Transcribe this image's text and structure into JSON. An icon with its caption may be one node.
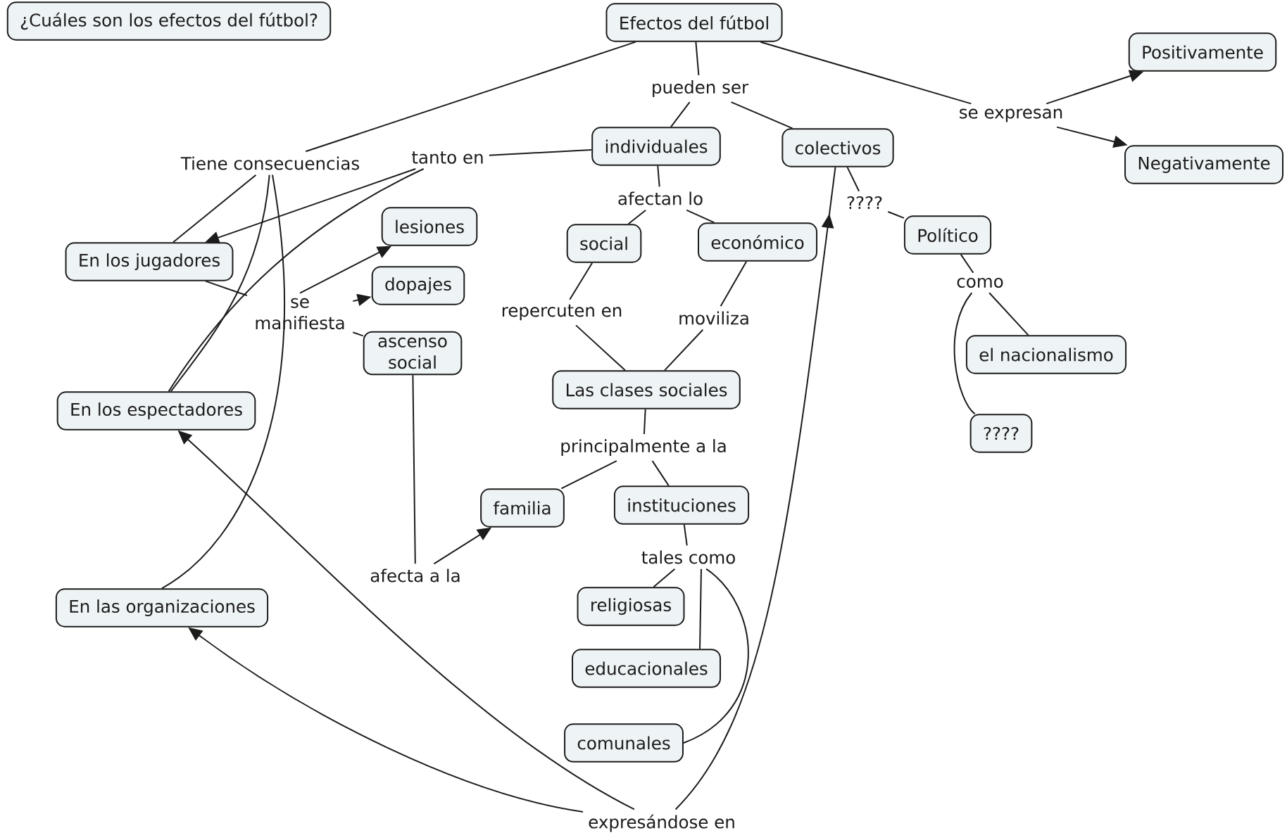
{
  "diagram": {
    "nodes": [
      {
        "text": [
          "¿Cuáles son los efectos del fútbol?"
        ]
      },
      {
        "text": [
          "Efectos del fútbol"
        ]
      },
      {
        "text": [
          "Positivamente"
        ]
      },
      {
        "text": [
          "Negativamente"
        ]
      },
      {
        "text": [
          "individuales"
        ]
      },
      {
        "text": [
          "colectivos"
        ]
      },
      {
        "text": [
          "Político"
        ]
      },
      {
        "text": [
          "social"
        ]
      },
      {
        "text": [
          "económico"
        ]
      },
      {
        "text": [
          "lesiones"
        ]
      },
      {
        "text": [
          "dopajes"
        ]
      },
      {
        "text": [
          "ascenso social"
        ]
      },
      {
        "text": [
          "En los jugadores"
        ]
      },
      {
        "text": [
          "En los espectadores"
        ]
      },
      {
        "text": [
          "En las organizaciones"
        ]
      },
      {
        "text": [
          "Las clases sociales"
        ]
      },
      {
        "text": [
          "el nacionalismo"
        ]
      },
      {
        "text": [
          "????"
        ]
      },
      {
        "text": [
          "familia"
        ]
      },
      {
        "text": [
          "instituciones"
        ]
      },
      {
        "text": [
          "religiosas"
        ]
      },
      {
        "text": [
          "educacionales"
        ]
      },
      {
        "text": [
          "comunales"
        ]
      },
      {
        "text": [
          "pueden ser"
        ]
      },
      {
        "text": [
          "se expresan"
        ]
      },
      {
        "text": [
          "Tiene consecuencias"
        ]
      },
      {
        "text": [
          "tanto en"
        ]
      },
      {
        "text": [
          "afectan lo"
        ]
      },
      {
        "text": [
          "????"
        ]
      },
      {
        "text": [
          "como"
        ]
      },
      {
        "text": [
          "se manifiesta"
        ]
      },
      {
        "text": [
          "repercuten en"
        ]
      },
      {
        "text": [
          "moviliza"
        ]
      },
      {
        "text": [
          "principalmente a la"
        ]
      },
      {
        "text": [
          "afecta a la"
        ]
      },
      {
        "text": [
          "tales como"
        ]
      },
      {
        "text": [
          "expresándose en"
        ]
      }
    ],
    "edges": [
      {
        "from": 1,
        "to": 23,
        "arrow": "none"
      },
      {
        "from": 23,
        "to": 4,
        "arrow": "none"
      },
      {
        "from": 23,
        "to": 5,
        "arrow": "none"
      },
      {
        "from": 1,
        "to": 24,
        "arrow": "none"
      },
      {
        "from": 24,
        "to": 2,
        "arrow": "to"
      },
      {
        "from": 24,
        "to": 3,
        "arrow": "to"
      },
      {
        "from": 1,
        "to": 25,
        "arrow": "none"
      },
      {
        "from": 25,
        "to": 12,
        "arrow": "none"
      },
      {
        "from": 25,
        "to": 13,
        "arrow": "none"
      },
      {
        "from": 25,
        "to": 14,
        "arrow": "none"
      },
      {
        "from": 4,
        "to": 26,
        "arrow": "none"
      },
      {
        "from": 26,
        "to": 12,
        "arrow": "to"
      },
      {
        "from": 26,
        "to": 13,
        "arrow": "none"
      },
      {
        "from": 12,
        "to": 30,
        "arrow": "none"
      },
      {
        "from": 30,
        "to": 9,
        "arrow": "to"
      },
      {
        "from": 30,
        "to": 10,
        "arrow": "to"
      },
      {
        "from": 30,
        "to": 11,
        "arrow": "none"
      },
      {
        "from": 11,
        "to": 34,
        "arrow": "none"
      },
      {
        "from": 34,
        "to": 18,
        "arrow": "to"
      },
      {
        "from": 4,
        "to": 27,
        "arrow": "none"
      },
      {
        "from": 27,
        "to": 7,
        "arrow": "none"
      },
      {
        "from": 27,
        "to": 8,
        "arrow": "none"
      },
      {
        "from": 7,
        "to": 31,
        "arrow": "none"
      },
      {
        "from": 31,
        "to": 15,
        "arrow": "none"
      },
      {
        "from": 8,
        "to": 32,
        "arrow": "none"
      },
      {
        "from": 32,
        "to": 15,
        "arrow": "none"
      },
      {
        "from": 15,
        "to": 33,
        "arrow": "none"
      },
      {
        "from": 33,
        "to": 18,
        "arrow": "none"
      },
      {
        "from": 33,
        "to": 19,
        "arrow": "none"
      },
      {
        "from": 19,
        "to": 35,
        "arrow": "none"
      },
      {
        "from": 35,
        "to": 20,
        "arrow": "none"
      },
      {
        "from": 35,
        "to": 21,
        "arrow": "none"
      },
      {
        "from": 35,
        "to": 22,
        "arrow": "none"
      },
      {
        "from": 5,
        "to": 28,
        "arrow": "none"
      },
      {
        "from": 28,
        "to": 6,
        "arrow": "none"
      },
      {
        "from": 6,
        "to": 29,
        "arrow": "none"
      },
      {
        "from": 29,
        "to": 16,
        "arrow": "none"
      },
      {
        "from": 29,
        "to": 17,
        "arrow": "none"
      },
      {
        "from": 36,
        "to": 13,
        "arrow": "to"
      },
      {
        "from": 36,
        "to": 14,
        "arrow": "to"
      },
      {
        "from": 36,
        "to": 5,
        "arrow": "to"
      }
    ]
  }
}
